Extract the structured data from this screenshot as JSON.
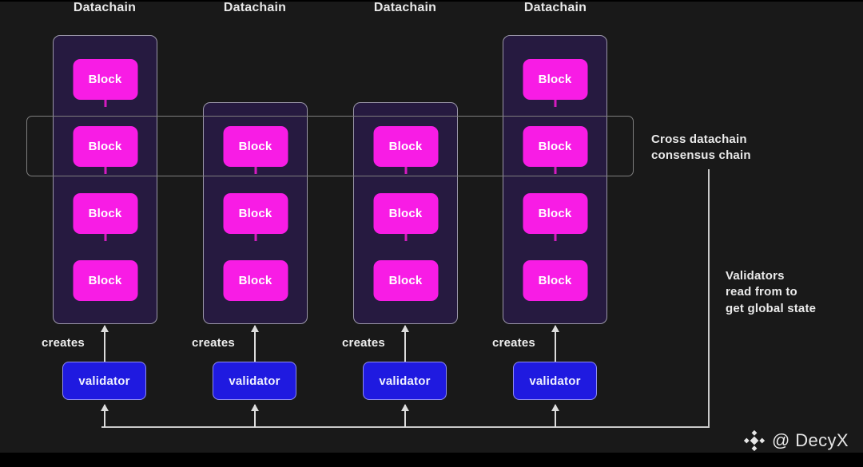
{
  "diagram": {
    "background_color": "#191919",
    "columns": [
      {
        "title": "Datachain",
        "block_label": "Block",
        "block_count": 4,
        "creates_label": "creates",
        "validator_label": "validator"
      },
      {
        "title": "Datachain",
        "block_label": "Block",
        "block_count": 3,
        "creates_label": "creates",
        "validator_label": "validator"
      },
      {
        "title": "Datachain",
        "block_label": "Block",
        "block_count": 3,
        "creates_label": "creates",
        "validator_label": "validator"
      },
      {
        "title": "Datachain",
        "block_label": "Block",
        "block_count": 4,
        "creates_label": "creates",
        "validator_label": "validator"
      }
    ],
    "notes": {
      "consensus": "Cross datachain\nconsensus chain",
      "validators_read": "Validators\nread from to\nget global state"
    },
    "colors": {
      "block": "#f81ce5",
      "block_link": "#d51bc0",
      "datachain_fill": "#261a40",
      "datachain_border": "#9a96a8",
      "validator": "#1f1ae0",
      "line": "#c9c9c9",
      "text": "#eaeaea"
    }
  },
  "watermark": {
    "icon": "binance-diamond-icon",
    "text": "@ DecyX"
  }
}
